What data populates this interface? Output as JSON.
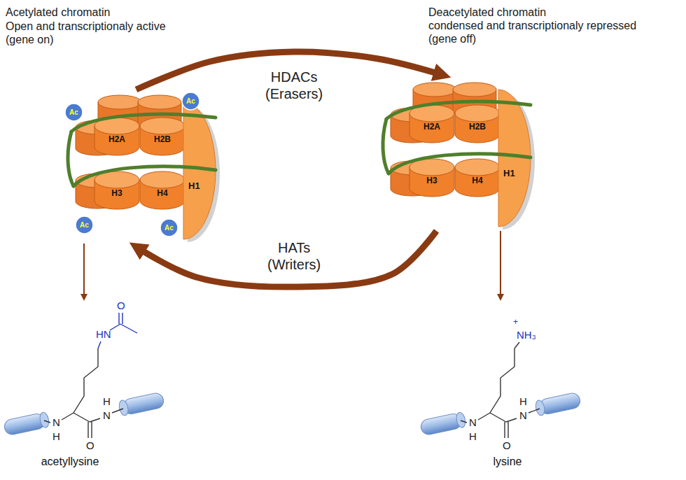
{
  "diagram": {
    "nodes": [
      {
        "text": [
          "Acetylated chromatin",
          "Open and transcriptionaly active (gene on)"
        ]
      },
      {
        "text": [
          "Ac"
        ],
        "in": 0
      },
      {
        "text": [
          "Ac"
        ],
        "in": 0
      },
      {
        "text": [
          "H2A"
        ],
        "in": 0
      },
      {
        "text": [
          "H2B"
        ],
        "in": 0
      },
      {
        "text": [
          "H3"
        ],
        "in": 0
      },
      {
        "text": [
          "H4"
        ],
        "in": 0
      },
      {
        "text": [
          "H1"
        ],
        "in": 0
      },
      {
        "text": [
          "Ac"
        ],
        "in": 0
      },
      {
        "text": [
          "Ac"
        ],
        "in": 0
      },
      {
        "text": [
          "Deacetylated chromatin",
          "condensed and transcriptionaly repressed (gene off)"
        ]
      },
      {
        "text": [
          "H2A"
        ],
        "in": 10
      },
      {
        "text": [
          "H2B"
        ],
        "in": 10
      },
      {
        "text": [
          "H3"
        ],
        "in": 10
      },
      {
        "text": [
          "H4"
        ],
        "in": 10
      },
      {
        "text": [
          "H1"
        ],
        "in": 10
      },
      {
        "text": [
          "acetyllysine"
        ]
      },
      {
        "text": [
          "lysine"
        ]
      }
    ],
    "edges": [
      {
        "from": 0,
        "to": 10,
        "label": "HDACs (Erasers)",
        "arrow": "to"
      },
      {
        "from": 10,
        "to": 0,
        "label": "HATs (Writers)",
        "arrow": "to"
      },
      {
        "from": 0,
        "to": 16,
        "arrow": "to"
      },
      {
        "from": 10,
        "to": 17,
        "arrow": "to"
      }
    ],
    "labels": [
      "O",
      "HN",
      "N",
      "H",
      "H",
      "N",
      "O",
      "+",
      "NH₃",
      "N",
      "H",
      "H",
      "N",
      "O"
    ]
  }
}
